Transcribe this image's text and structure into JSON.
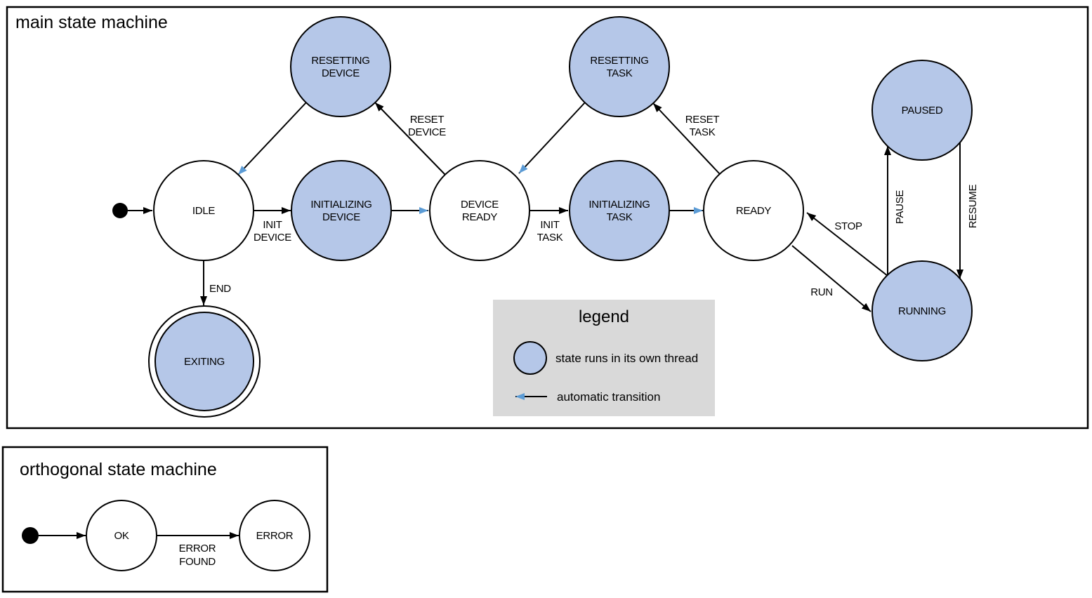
{
  "colors": {
    "threaded_state_fill": "#b5c7e8",
    "plain_state_fill": "#ffffff",
    "outline": "#000000",
    "automatic_transition_blue": "#5b9bd5",
    "legend_background": "#d9d9d9"
  },
  "main_machine": {
    "title": "main state machine",
    "states": {
      "idle": {
        "label": "IDLE",
        "threaded": false
      },
      "resetting_device": {
        "line1": "RESETTING",
        "line2": "DEVICE",
        "threaded": true
      },
      "initializing_device": {
        "line1": "INITIALIZING",
        "line2": "DEVICE",
        "threaded": true
      },
      "device_ready": {
        "line1": "DEVICE",
        "line2": "READY",
        "threaded": false
      },
      "resetting_task": {
        "line1": "RESETTING",
        "line2": "TASK",
        "threaded": true
      },
      "initializing_task": {
        "line1": "INITIALIZING",
        "line2": "TASK",
        "threaded": true
      },
      "ready": {
        "label": "READY",
        "threaded": false
      },
      "paused": {
        "label": "PAUSED",
        "threaded": true
      },
      "running": {
        "label": "RUNNING",
        "threaded": true
      },
      "exiting": {
        "label": "EXITING",
        "threaded": true,
        "final_state": true
      }
    },
    "transitions": {
      "init_device": {
        "line1": "INIT",
        "line2": "DEVICE",
        "automatic": false
      },
      "reset_device": {
        "line1": "RESET",
        "line2": "DEVICE",
        "automatic": false
      },
      "init_task": {
        "line1": "INIT",
        "line2": "TASK",
        "automatic": false
      },
      "reset_task": {
        "line1": "RESET",
        "line2": "TASK",
        "automatic": false
      },
      "run": {
        "label": "RUN",
        "automatic": false
      },
      "stop": {
        "label": "STOP",
        "automatic": false
      },
      "pause": {
        "label": "PAUSE",
        "automatic": false
      },
      "resume": {
        "label": "RESUME",
        "automatic": false
      },
      "end": {
        "label": "END",
        "automatic": false
      },
      "initializing_device_to_device_ready": {
        "label": "",
        "automatic": true
      },
      "resetting_device_to_idle": {
        "label": "",
        "automatic": true
      },
      "initializing_task_to_ready": {
        "label": "",
        "automatic": true
      },
      "resetting_task_to_device_ready": {
        "label": "",
        "automatic": true
      }
    }
  },
  "legend": {
    "title": "legend",
    "thread_item": "state runs in its own thread",
    "auto_item": "automatic transition"
  },
  "orthogonal_machine": {
    "title": "orthogonal state machine",
    "states": {
      "ok": {
        "label": "OK",
        "threaded": false
      },
      "error": {
        "label": "ERROR",
        "threaded": false
      }
    },
    "transitions": {
      "error_found": {
        "line1": "ERROR",
        "line2": "FOUND"
      }
    }
  }
}
